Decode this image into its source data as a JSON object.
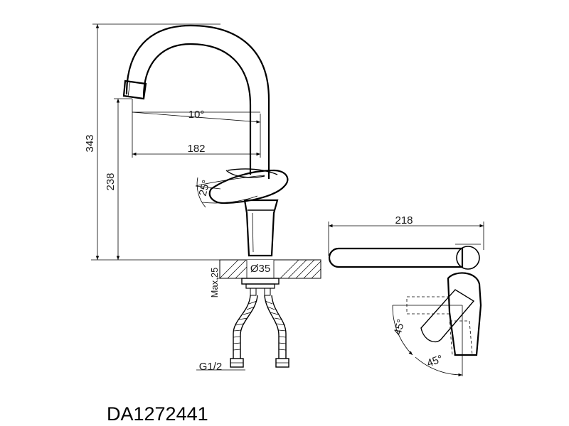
{
  "model": "DA1272441",
  "dimensions": {
    "total_height": "343",
    "spout_height": "238",
    "reach": "182",
    "spout_angle": "10°",
    "lever_angle": "25°",
    "hole_diameter": "Ø35",
    "max_thickness": "Max.25",
    "thread": "G1/2",
    "top_length": "218",
    "rotation_left": "45°",
    "rotation_right": "45°"
  }
}
